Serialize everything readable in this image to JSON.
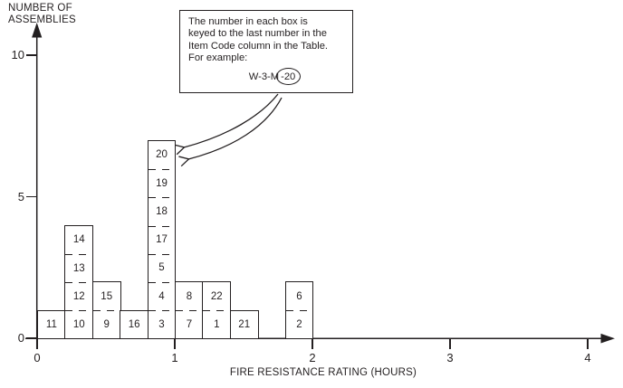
{
  "figure": {
    "background": "#ffffff",
    "line_color": "#231f20"
  },
  "callout": {
    "text": "The number in each box is\nkeyed to the last number in the\nItem Code column in the Table.\nFor example:",
    "example_prefix": "W-3-M",
    "example_circled": "-20",
    "example_full": "W-3-M-20"
  },
  "chart_data": {
    "type": "bar",
    "subtype": "stacked-box histogram",
    "title": "",
    "xlabel": "FIRE RESISTANCE RATING (HOURS)",
    "ylabel": "NUMBER OF ASSEMBLIES",
    "ylabel_display": "NUMBER OF\nASSEMBLIES",
    "xlim": [
      0,
      4
    ],
    "ylim": [
      0,
      10
    ],
    "x_ticks": [
      "0",
      "1",
      "2",
      "3",
      "4"
    ],
    "y_ticks": [
      "0",
      "5",
      "10"
    ],
    "grid": false,
    "bin_width_hours": 0.2,
    "columns": [
      {
        "x_start": 0.0,
        "x_end": 0.2,
        "count": 1,
        "box_labels_bottom_to_top": [
          "11"
        ]
      },
      {
        "x_start": 0.2,
        "x_end": 0.4,
        "count": 4,
        "box_labels_bottom_to_top": [
          "10",
          "12",
          "13",
          "14"
        ]
      },
      {
        "x_start": 0.4,
        "x_end": 0.6,
        "count": 2,
        "box_labels_bottom_to_top": [
          "9",
          "15"
        ]
      },
      {
        "x_start": 0.6,
        "x_end": 0.8,
        "count": 1,
        "box_labels_bottom_to_top": [
          "16"
        ]
      },
      {
        "x_start": 0.8,
        "x_end": 1.0,
        "count": 7,
        "box_labels_bottom_to_top": [
          "3",
          "4",
          "5",
          "17",
          "18",
          "19",
          "20"
        ]
      },
      {
        "x_start": 1.0,
        "x_end": 1.2,
        "count": 2,
        "box_labels_bottom_to_top": [
          "7",
          "8"
        ]
      },
      {
        "x_start": 1.2,
        "x_end": 1.4,
        "count": 2,
        "box_labels_bottom_to_top": [
          "1",
          "22"
        ]
      },
      {
        "x_start": 1.4,
        "x_end": 1.6,
        "count": 1,
        "box_labels_bottom_to_top": [
          "21"
        ]
      },
      {
        "x_start": 1.8,
        "x_end": 2.0,
        "count": 2,
        "box_labels_bottom_to_top": [
          "2",
          "6"
        ]
      }
    ]
  }
}
